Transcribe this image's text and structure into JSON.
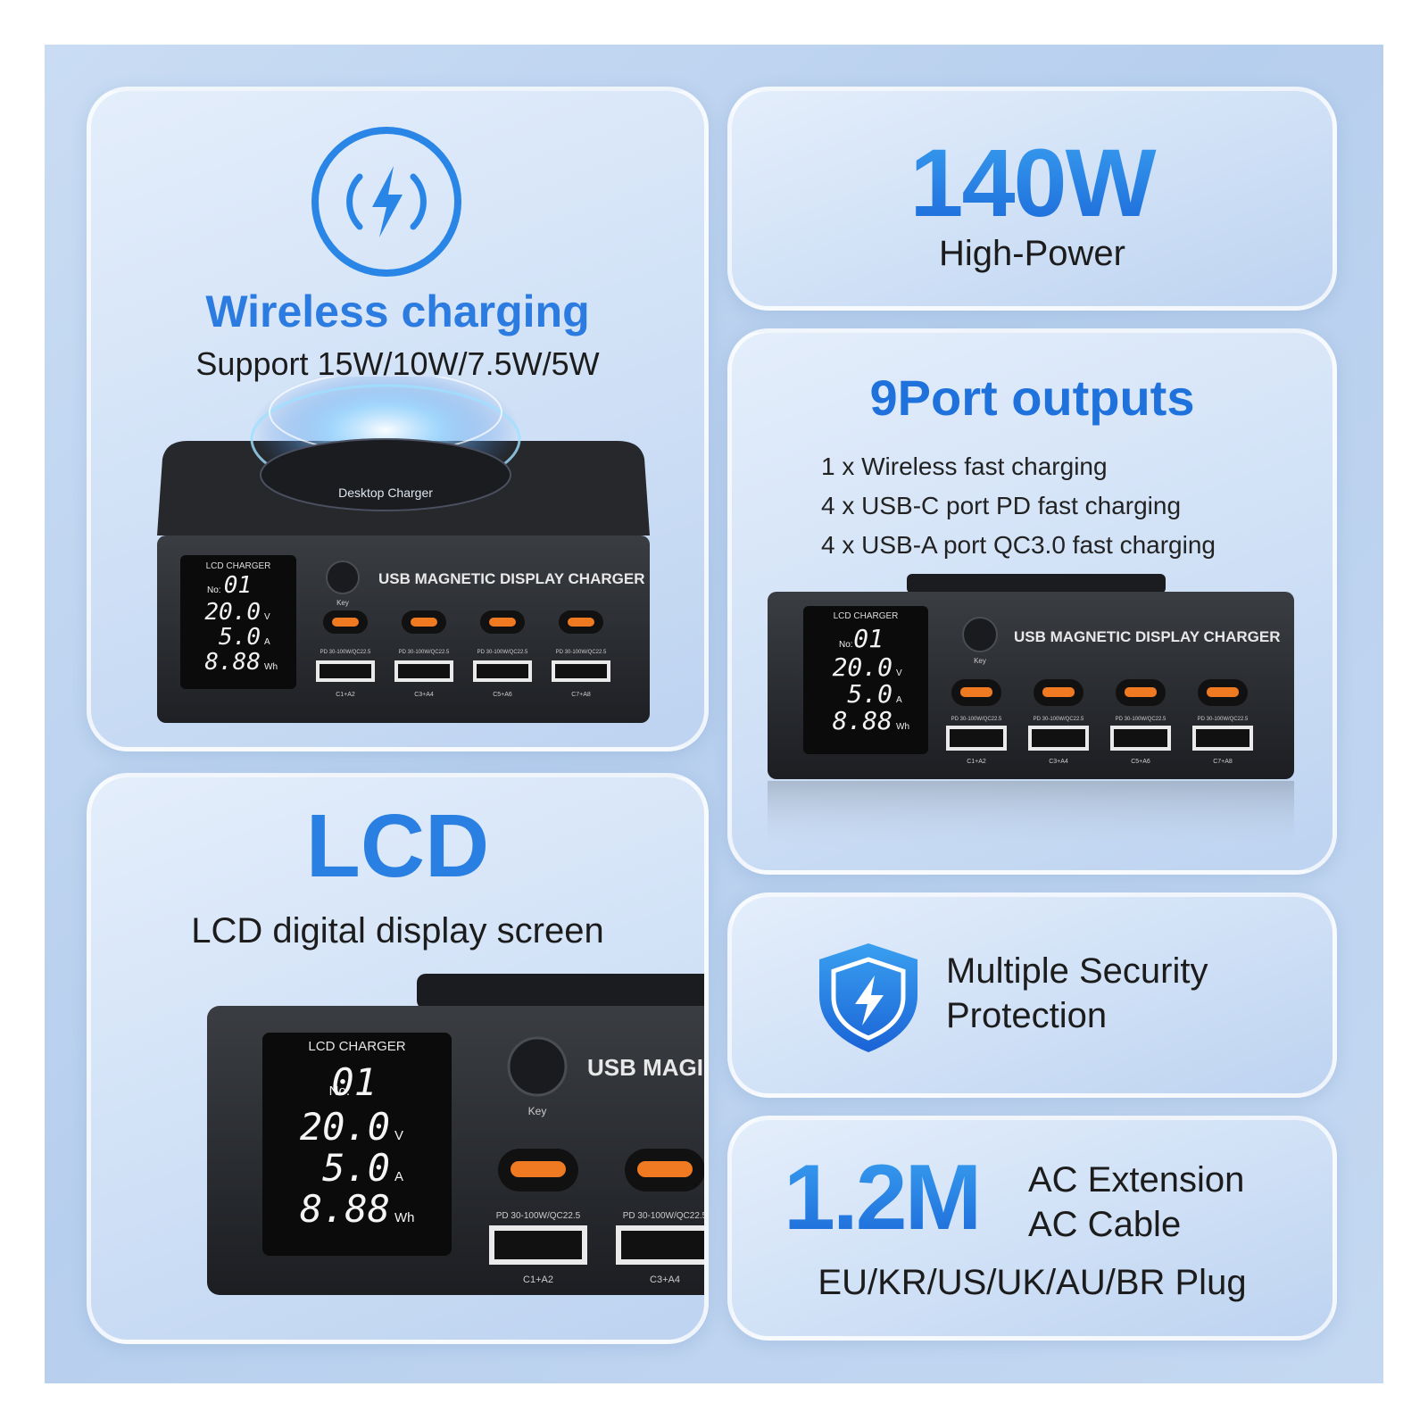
{
  "wireless": {
    "icon": "wireless-charging-icon",
    "title": "Wireless charging",
    "subtitle": "Support 15W/10W/7.5W/5W"
  },
  "power": {
    "value": "140W",
    "label": "High-Power"
  },
  "ports": {
    "title": "9Port outputs",
    "items": [
      "1 x Wireless fast charging",
      "4 x USB-C port PD fast charging",
      "4 x USB-A port QC3.0 fast charging"
    ]
  },
  "lcd": {
    "title": "LCD",
    "subtitle": "LCD digital display screen"
  },
  "security": {
    "icon": "shield-bolt-icon",
    "line1": "Multiple Security",
    "line2": "Protection"
  },
  "cable": {
    "length": "1.2M",
    "line1": "AC Extension",
    "line2": "AC Cable",
    "plugs": "EU/KR/US/UK/AU/BR Plug"
  },
  "charger": {
    "lcd_header": "LCD CHARGER",
    "no_label": "No:",
    "no_value": "01",
    "voltage": "20.0",
    "voltage_unit": "V",
    "current": "5.0",
    "current_unit": "A",
    "energy": "8.88",
    "energy_unit": "Wh",
    "key_label": "Key",
    "brand": "USB MAGNETIC DISPLAY CHARGER",
    "brand_partial": "USB MAGI",
    "port_spec": "PD 30-100W/QC22.5",
    "port_groups": [
      "C1+A2",
      "C3+A4",
      "C5+A6",
      "C7+A8"
    ],
    "pad_text": "Desktop Charger"
  },
  "colors": {
    "accent": "#1f72dc",
    "accent_light": "#3aa0f0",
    "device": "#2b2d31",
    "usbc_orange": "#f07a22"
  }
}
